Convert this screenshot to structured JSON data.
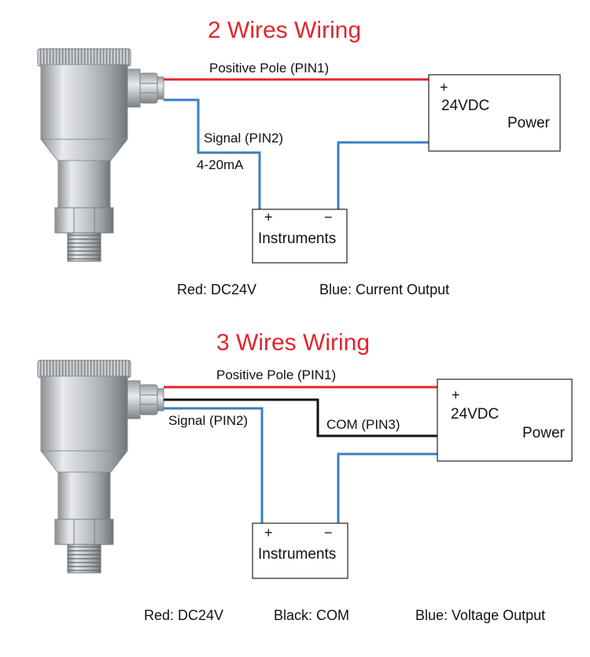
{
  "colors": {
    "title": "#e3262b",
    "positive_wire": "#e3262b",
    "signal_wire": "#3a7fc2",
    "com_wire": "#111111",
    "box_border": "#222222",
    "steel_light": "#e8eaec",
    "steel_dark": "#8c9196"
  },
  "icons": {
    "transmitter": "pressure-transmitter-image"
  },
  "two_wire": {
    "title": "2 Wires Wiring",
    "positive_label": "Positive Pole (PIN1)",
    "signal_label": "Signal (PIN2)",
    "signal_range": "4-20mA",
    "power_plus": "+",
    "power_voltage": "24VDC",
    "power_label": "Power",
    "instr_plus": "+",
    "instr_minus": "−",
    "instr_label": "Instruments",
    "legend": [
      "Red: DC24V",
      "Blue: Current Output"
    ]
  },
  "three_wire": {
    "title": "3 Wires Wiring",
    "positive_label": "Positive Pole (PIN1)",
    "signal_label": "Signal (PIN2)",
    "com_label": "COM (PIN3)",
    "power_plus": "+",
    "power_voltage": "24VDC",
    "power_label": "Power",
    "instr_plus": "+",
    "instr_minus": "−",
    "instr_label": "Instruments",
    "legend": [
      "Red: DC24V",
      "Black: COM",
      "Blue: Voltage Output"
    ]
  }
}
